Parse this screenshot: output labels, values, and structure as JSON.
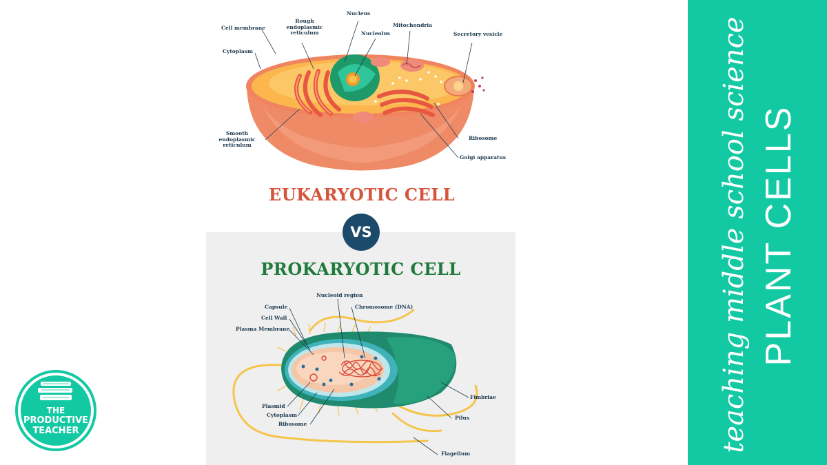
{
  "eukaryotic": {
    "title": "EUKARYOTIC CELL",
    "labels": {
      "cell_membrane": "Cell membrane",
      "rough_er_1": "Rough",
      "rough_er_2": "endoplasmic",
      "rough_er_3": "reticulum",
      "nucleus": "Nucleus",
      "nucleolus": "Nucleolus",
      "mitochondria": "Mitochondria",
      "secretory_vesicle": "Secretory vesicle",
      "cytoplasm": "Cytoplasm",
      "smooth_er_1": "Smooth",
      "smooth_er_2": "endoplasmic",
      "smooth_er_3": "reticulum",
      "ribosome": "Ribosome",
      "golgi": "Golgi apparatus"
    }
  },
  "versus": "VS",
  "prokaryotic": {
    "title": "PROKARYOTIC CELL",
    "labels": {
      "nucleoid": "Nucleoid region",
      "chromosome": "Chromosome (DNA)",
      "capsule": "Capsule",
      "cell_wall": "Cell Wall",
      "plasma_membrane": "Plasma Membrane",
      "plasmid": "Plasmid",
      "cytoplasm": "Cytoplasm",
      "ribosome": "Ribosome",
      "fimbriae": "Fimbriae",
      "pilus": "Pilus",
      "flagellum": "Flagellum"
    }
  },
  "sidebar": {
    "subtitle": "teaching middle school science",
    "title": "PLANT CELLS"
  },
  "logo": {
    "line1": "THE",
    "line2": "PRODUCTIVE",
    "line3": "TEACHER"
  },
  "colors": {
    "eukaryotic_title": "#d5553c",
    "prokaryotic_title": "#1f7a3c",
    "vs_badge": "#1c4a6b",
    "sidebar": "#13c9a3",
    "label_text": "#1d3a4f"
  }
}
